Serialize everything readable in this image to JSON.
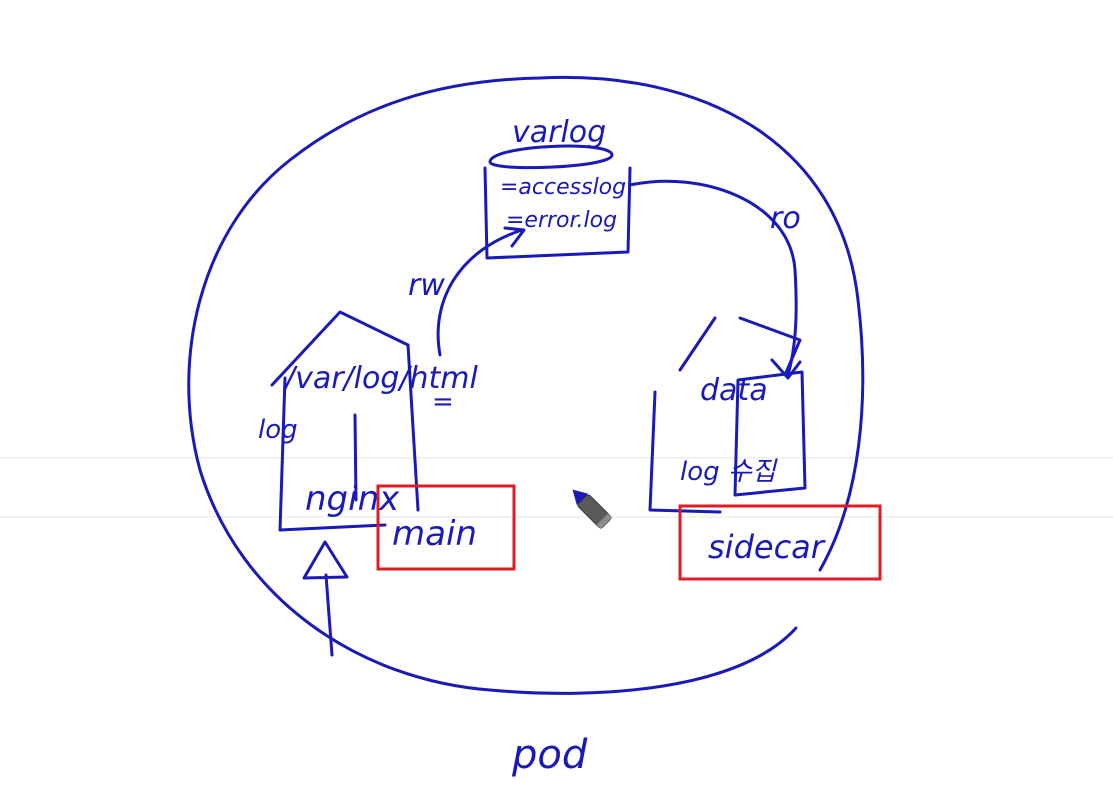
{
  "colors": {
    "ink": "#1a1ab8",
    "highlight": "#e01b24",
    "background": "#ffffff"
  },
  "labels": {
    "volume_title": "varlog",
    "file_access": "=accesslog",
    "file_error": "=error.log",
    "mode_rw": "rw",
    "mode_ro": "ro",
    "mount_main": "/var/log/html",
    "mount_sidecar": "data",
    "main_log": "log",
    "nginx": "nginx",
    "main_tag": "main",
    "sidecar_log": "log 수집",
    "sidecar_tag": "sidecar",
    "pod": "pod"
  },
  "cursor_icon": "pen-icon"
}
